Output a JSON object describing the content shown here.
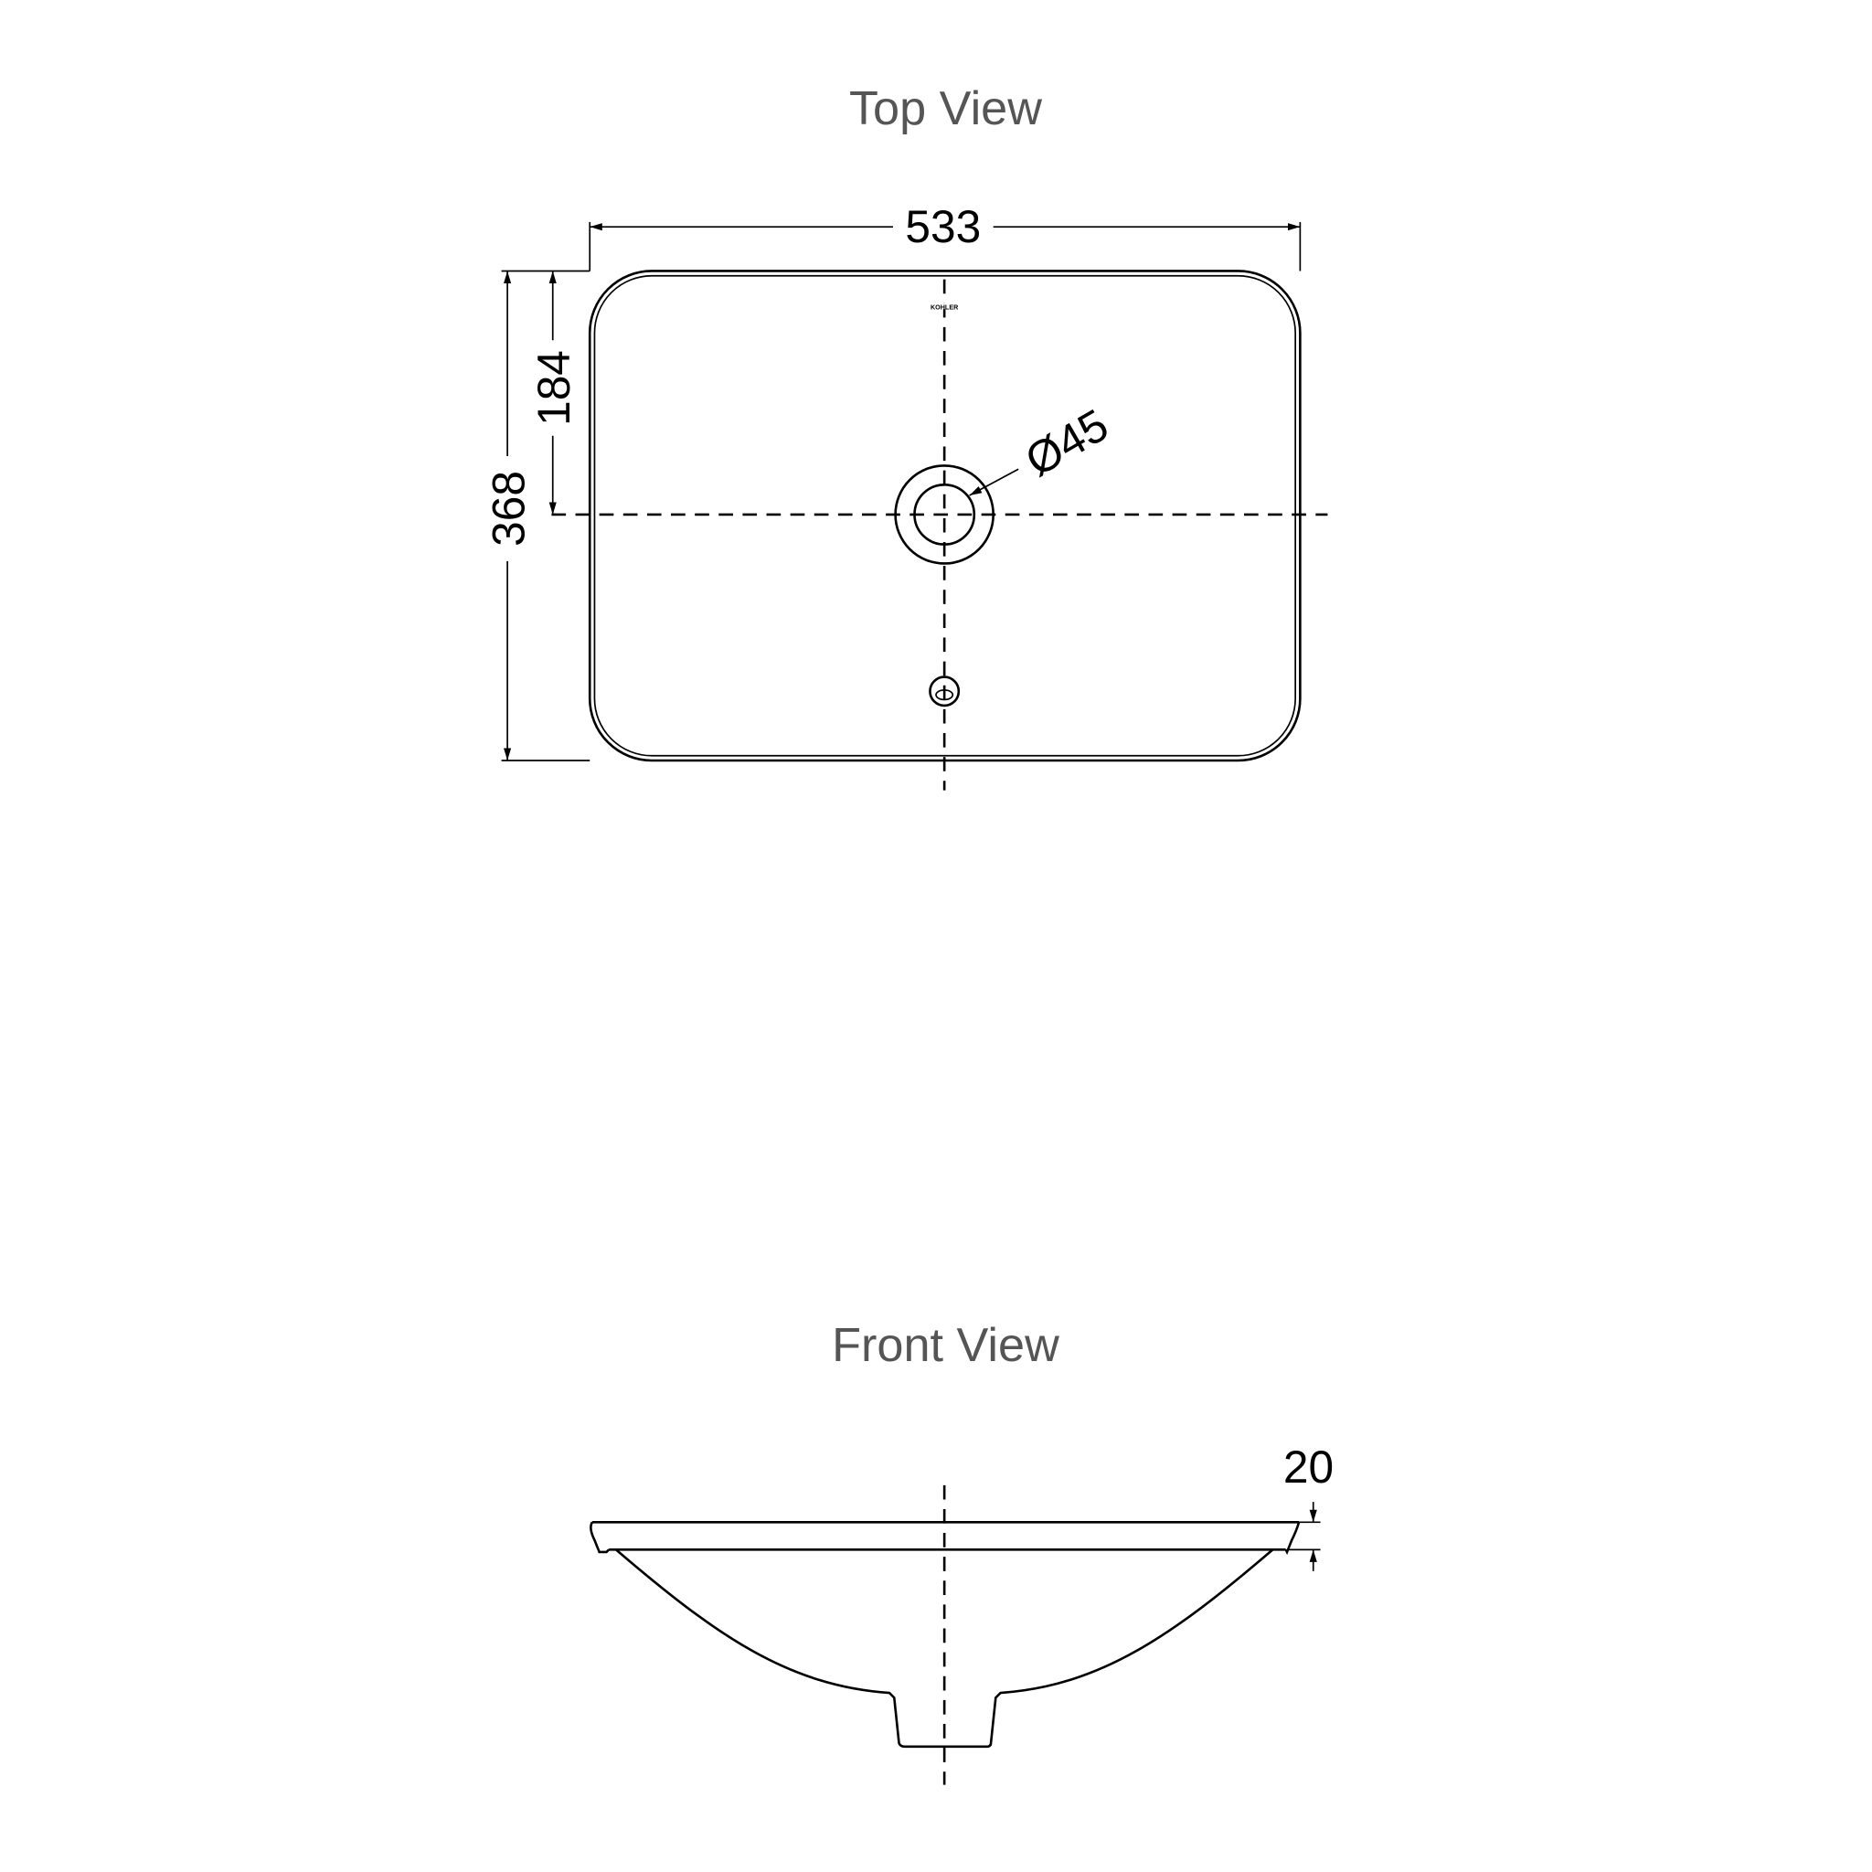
{
  "top_view": {
    "title": "Top View",
    "width_dim": "533",
    "depth_dim": "368",
    "drain_offset_dim": "184",
    "drain_diameter": "Ø45",
    "logo": "KOHLER"
  },
  "front_view": {
    "title": "Front View",
    "rim_thickness_dim": "20"
  },
  "colors": {
    "line": "#000000",
    "title": "#555555"
  }
}
